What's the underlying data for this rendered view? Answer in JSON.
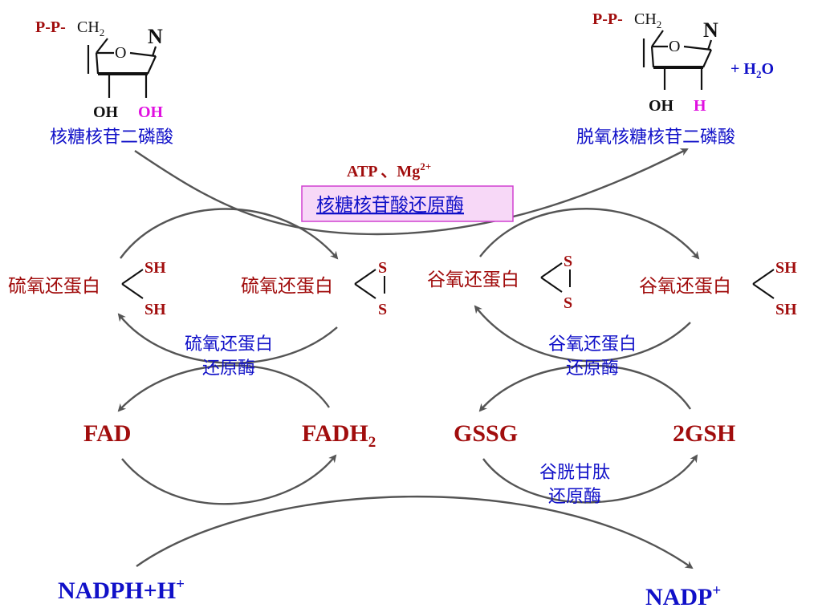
{
  "colors": {
    "dark_red": "#a10d0d",
    "blue": "#1010c8",
    "magenta": "#e010e0",
    "black": "#111111",
    "arrow_gray": "#555555",
    "enzyme_box_fill": "#f7d8f7",
    "enzyme_box_border": "#d040d0"
  },
  "ribose_diphosphate": {
    "prefix": "P-P-",
    "ch2": "CH",
    "ch2_sub": "2",
    "base": "N",
    "ring_o": "O",
    "oh_left": "OH",
    "oh_right": "OH",
    "label": "核糖核苷二磷酸"
  },
  "deoxyribose_diphosphate": {
    "prefix": "P-P-",
    "ch2": "CH",
    "ch2_sub": "2",
    "base": "N",
    "ring_o": "O",
    "oh_left": "OH",
    "h_right": "H",
    "water_prefix": "+ H",
    "water_sub": "2",
    "water_suffix": "O",
    "label": "脱氧核糖核苷二磷酸"
  },
  "cofactors": {
    "atp": "ATP 、Mg",
    "mg_sup": "2+"
  },
  "main_enzyme": "核糖核苷酸还原酶",
  "thioredoxin_reduced": {
    "name": "硫氧还蛋白",
    "sh_top": "SH",
    "sh_bottom": "SH"
  },
  "thioredoxin_oxidized": {
    "name": "硫氧还蛋白",
    "s_top": "S",
    "s_bottom": "S"
  },
  "glutaredoxin_oxidized": {
    "name": "谷氧还蛋白",
    "s_top": "S",
    "s_bottom": "S"
  },
  "glutaredoxin_reduced": {
    "name": "谷氧还蛋白",
    "sh_top": "SH",
    "sh_bottom": "SH"
  },
  "thioredoxin_reductase": {
    "line1": "硫氧还蛋白",
    "line2": "还原酶"
  },
  "glutaredoxin_reductase": {
    "line1": "谷氧还蛋白",
    "line2": "还原酶"
  },
  "glutathione_reductase": {
    "line1": "谷胱甘肽",
    "line2": "还原酶"
  },
  "fad": "FAD",
  "fadh2": {
    "main": "FADH",
    "sub": "2"
  },
  "gssg": "GSSG",
  "gsh": "2GSH",
  "nadph": {
    "main": "NADPH+H",
    "sup": "+"
  },
  "nadp": {
    "main": "NADP",
    "sup": "+"
  }
}
